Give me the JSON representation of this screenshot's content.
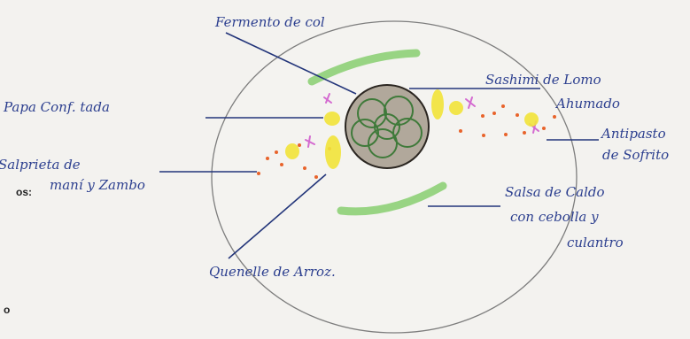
{
  "labels": {
    "fermento": "Fermento de col",
    "papa": "Papa Conf. tada",
    "salprieta_1": "Salprieta de",
    "salprieta_2": "maní y Zambo",
    "quenelle": "Quenelle de Arroz.",
    "sashimi_1": "Sashimi de Lomo",
    "sashimi_2": "Ahumado",
    "antipasto_1": "Antipasto",
    "antipasto_2": "de Sofrito",
    "salsa_1": "Salsa de Caldo",
    "salsa_2": "con cebolla y",
    "salsa_3": "culantro"
  },
  "margin": {
    "fragment_1": "os:",
    "fragment_2": "o"
  },
  "colors": {
    "ink": "#2c3f8f",
    "plate_outline": "#7d7d7d",
    "sauce_green": "#79c95f",
    "yellow": "#f2e43a",
    "salprieta_orange": "#e8632b",
    "pink": "#d46ad0",
    "fermento_fill": "#7a6a55",
    "fermento_green": "#3f7a3a"
  }
}
